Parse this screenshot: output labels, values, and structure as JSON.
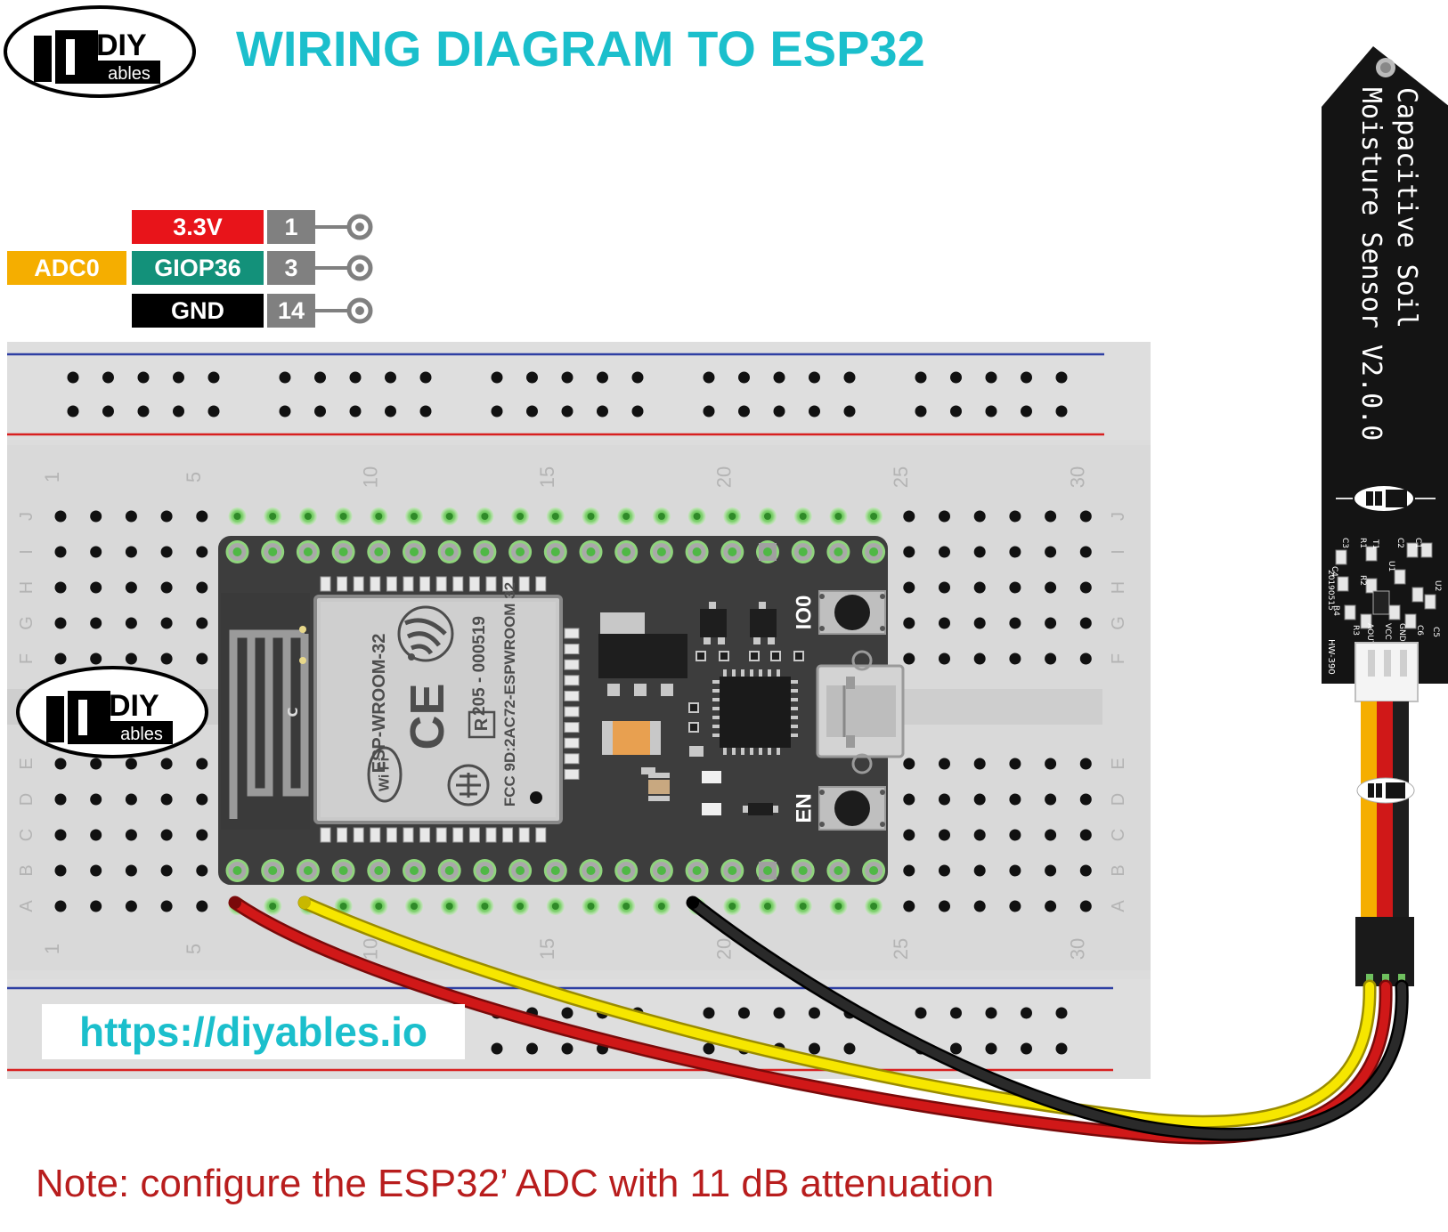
{
  "title": "WIRING DIAGRAM TO ESP32",
  "logo": {
    "line1": "DIY",
    "line2": "ables"
  },
  "pin_table": [
    {
      "left_label": "",
      "pin_name": "3.3V",
      "pin_number": "1",
      "color": "#e8141a"
    },
    {
      "left_label": "ADC0",
      "pin_name": "GIOP36",
      "pin_number": "3",
      "color": "#13917a"
    },
    {
      "left_label": "",
      "pin_name": "GND",
      "pin_number": "14",
      "color": "#000000"
    }
  ],
  "colors": {
    "adc_label": "#f5ae00",
    "pin_number_bg": "#808080",
    "title": "#1bbfcc",
    "note": "#b81d1d",
    "wire_red": "#c8101a",
    "wire_yellow": "#f6e600",
    "wire_black": "#1a1a1a"
  },
  "breadboard": {
    "column_numbers": [
      "1",
      "5",
      "10",
      "15",
      "20",
      "25",
      "30"
    ],
    "row_letters_top": [
      "J",
      "I",
      "H",
      "G",
      "F"
    ],
    "row_letters_bottom": [
      "E",
      "D",
      "C",
      "B",
      "A"
    ]
  },
  "esp32_board": {
    "module_name": "ESP-WROOM-32",
    "module_code": "205 - 000519",
    "fcc_id": "FCC 9D:2AC72-ESPWROOM 32",
    "ce_mark": "CE",
    "r_mark": "R",
    "wifi_mark": "Wi Fi",
    "antenna_mark": "C",
    "button_boot": "IO0",
    "button_enable": "EN"
  },
  "sensor": {
    "title_line1": "Capacitive Soil",
    "title_line2": "Moisture Sensor V2.0.0",
    "model": "HW-390",
    "date_code": "20190515",
    "components": [
      "C3",
      "R1",
      "T1",
      "C2",
      "C1",
      "C4",
      "R2",
      "U1",
      "U2",
      "R4",
      "R3",
      "AOUT",
      "VCC",
      "GND",
      "C6",
      "C5"
    ]
  },
  "url": "https://diyables.io",
  "note": "Note: configure the ESP32’ ADC with 11 dB attenuation"
}
